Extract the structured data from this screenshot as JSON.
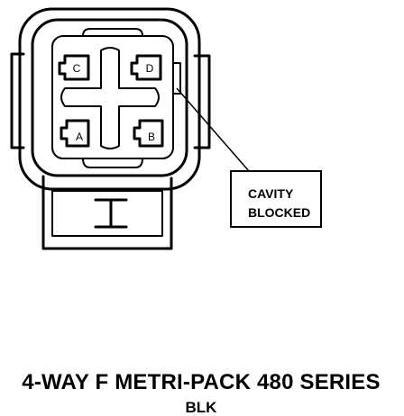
{
  "connector": {
    "cavities": [
      {
        "id": "cavity-a",
        "label": "A"
      },
      {
        "id": "cavity-b",
        "label": "B"
      },
      {
        "id": "cavity-c",
        "label": "C"
      },
      {
        "id": "cavity-d",
        "label": "D"
      }
    ]
  },
  "callout": {
    "line1": "CAVITY",
    "line2": "BLOCKED"
  },
  "caption": {
    "title": "4-WAY F METRI-PACK 480 SERIES",
    "color": "BLK"
  }
}
